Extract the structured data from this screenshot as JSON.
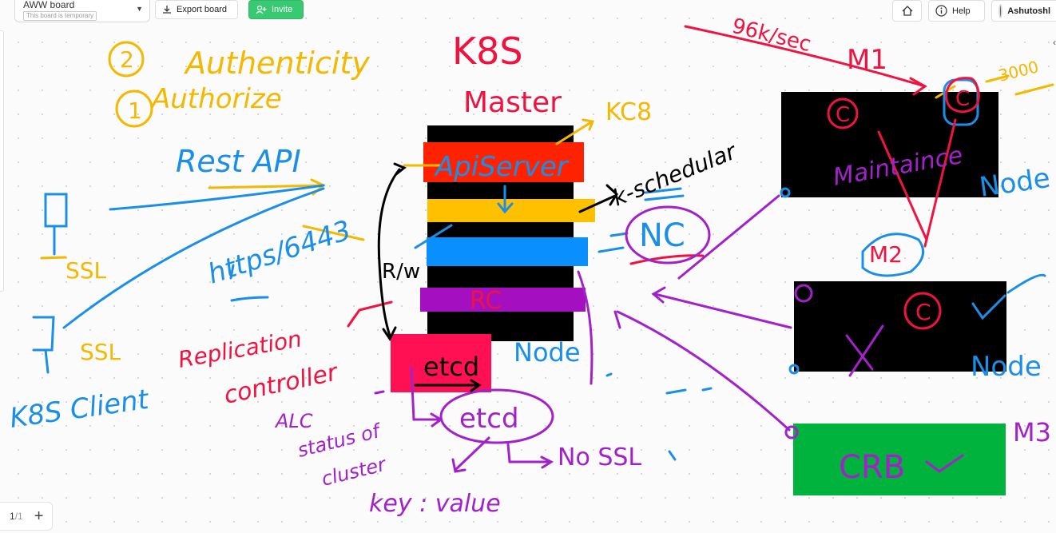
{
  "app": {
    "board_title": "AWW board",
    "board_badge": "This board is temporary",
    "export_label": "Export board",
    "invite_label": "Invite",
    "help_label": "Help",
    "user_name": "Ashutoshl"
  },
  "icons": {
    "title_menu": "chevron-down-icon",
    "export": "download-icon",
    "invite": "add-user-icon",
    "home": "home-icon",
    "help": "info-icon",
    "avatar": "user-avatar",
    "add_page": "plus-icon"
  },
  "pager": {
    "current": "1",
    "separator": "/",
    "total": "1"
  },
  "colors": {
    "invite_green": "#38c972",
    "ink_orange": "#f5b800",
    "ink_blue": "#1b8fe8",
    "ink_red": "#f0133f",
    "ink_purple": "#a321c9",
    "ink_black": "#000000",
    "block_red": "#ff2200",
    "block_yellow": "#ffc000",
    "block_blue": "#0a8fff",
    "block_purple": "#a40fc0",
    "block_pink": "#ff1053",
    "block_green": "#00b33c"
  },
  "whiteboard": {
    "num_2": "2",
    "authenticity": "Authenticity",
    "num_1": "1",
    "authorize": "Authorize",
    "k8s": "K8S",
    "master": "Master",
    "kc8": "KC8",
    "rest_api": "Rest API",
    "api_server": "ApiServer",
    "k_scheduler": "k-schedular",
    "nc": "NC",
    "rc": "RC",
    "rw": "R/w",
    "https": "https/6443",
    "ssl_1": "SSL",
    "ssl_2": "SSL",
    "k8s_client": "K8S Client",
    "replication_controller_1": "Replication",
    "replication_controller_2": "controller",
    "etcd_block": "etcd",
    "etcd_bubble": "etcd",
    "node_master": "Node",
    "alc": "ALC",
    "status_of": "status of",
    "cluster": "cluster",
    "no_ssl": "No SSL",
    "key_value": "key : value",
    "rate": "96k/sec",
    "m1": "M1",
    "m2": "M2",
    "m3": "M3",
    "c_1": "C",
    "c_2": "C",
    "c_3": "C",
    "timeout": "3000",
    "maintenance": "Maintaince",
    "node_1": "Node",
    "node_2": "Node",
    "x_mark": "X",
    "crb": "CRB"
  }
}
